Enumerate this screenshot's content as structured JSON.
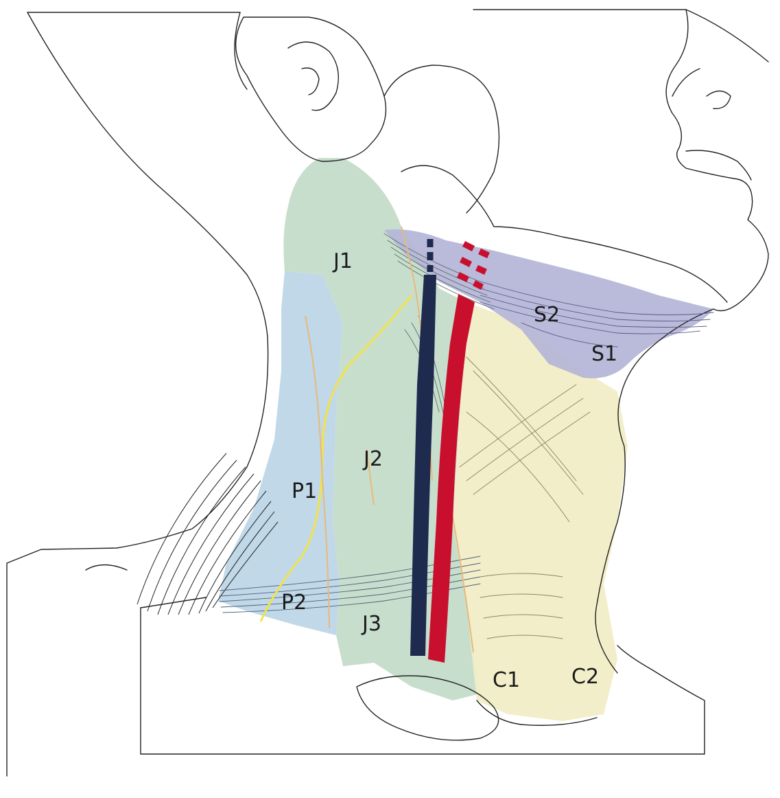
{
  "colors": {
    "background": "#ffffff",
    "outline": "#222222",
    "jugular_region": "#c5dcca",
    "posterior_region": "#b9d4e6",
    "central_region": "#f1edc6",
    "submandibular_region": "#b6b6d8",
    "vein": "#1f2a4f",
    "artery": "#c8102e",
    "nerve_yellow": "#f2e24c",
    "nerve_orange": "#e8b97a"
  },
  "labels": {
    "J1": "J1",
    "J2": "J2",
    "J3": "J3",
    "P1": "P1",
    "P2": "P2",
    "S1": "S1",
    "S2": "S2",
    "C1": "C1",
    "C2": "C2"
  }
}
